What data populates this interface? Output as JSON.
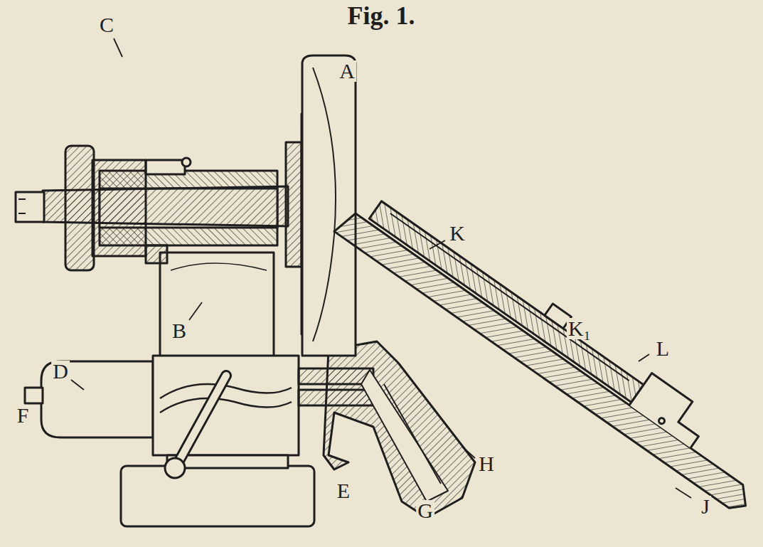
{
  "diagram": {
    "title": "Fig. 1.",
    "labels": [
      "A",
      "B",
      "C",
      "D",
      "E",
      "F",
      "G",
      "H",
      "J",
      "K",
      "K₁",
      "L"
    ]
  }
}
